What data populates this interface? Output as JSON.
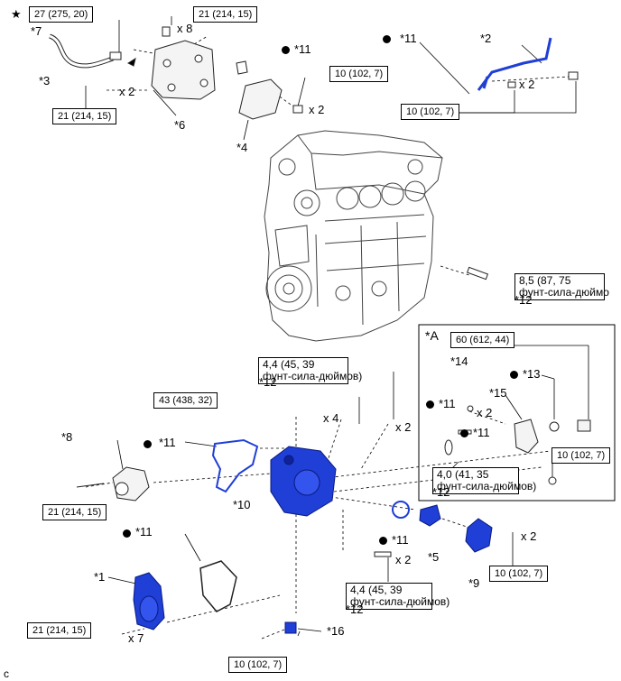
{
  "marker_star": "★",
  "corner_ref": "c",
  "inset_label": "*A",
  "torque_boxes": {
    "t1": "27 (275, 20)",
    "t2": "21 (214, 15)",
    "t3": "21 (214, 15)",
    "t4": "10 (102, 7)",
    "t5": "10 (102, 7)",
    "t6": "8,5 (87, 75",
    "t6b": "фунт-сила-дюймо",
    "t7": "4,4 (45, 39",
    "t7b": "фунт-сила-дюймов)",
    "t8": "43 (438, 32)",
    "t9": "21 (214, 15)",
    "t10": "60 (612, 44)",
    "t11": "10 (102, 7)",
    "t12": "4,0 (41, 35",
    "t12b": "фунт-сила-дюймов)",
    "t13": "10 (102, 7)",
    "t14": "4,4 (45, 39",
    "t14b": "фунт-сила-дюймов)",
    "t15": "21 (214, 15)",
    "t16": "10 (102, 7)"
  },
  "callouts": {
    "c7": "*7",
    "c3": "*3",
    "c6": "*6",
    "c4": "*4",
    "c11a": "*11",
    "c11b": "*11",
    "c2": "*2",
    "c12a": "*12",
    "c12b": "*12",
    "c8": "*8",
    "c11c": "*11",
    "c10": "*10",
    "c11d": "*11",
    "c1": "*1",
    "c16": "*16",
    "c5": "*5",
    "c9": "*9",
    "c11e": "*11",
    "c14": "*14",
    "c13": "*13",
    "c15": "*15",
    "c11f": "*11",
    "c11g": "*11",
    "c12c": "*12",
    "c12d": "*12"
  },
  "quantities": {
    "q1": "x 8",
    "q2": "x 2",
    "q3": "x 2",
    "q4": "x 2",
    "q5": "x 4",
    "q6": "x 2",
    "q7": "x 2",
    "q8": "x 2",
    "q9": "x 7",
    "q10": "x 2"
  },
  "colors": {
    "part_blue": "#1f3fd6",
    "line": "#000000",
    "outline": "#333333"
  }
}
